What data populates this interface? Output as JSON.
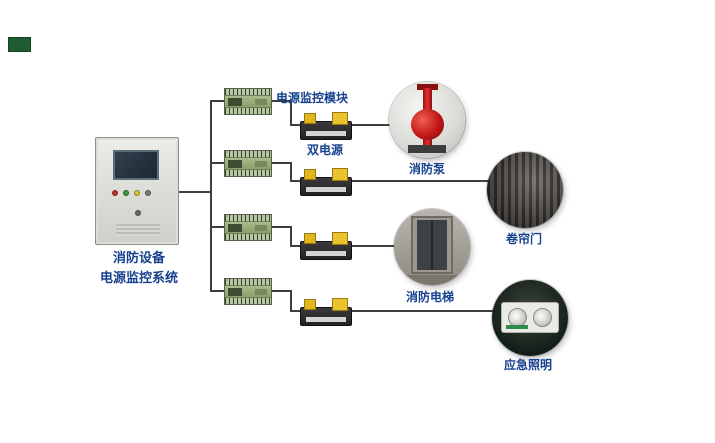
{
  "diagram": {
    "system_title": {
      "line1": "消防设备",
      "line2": "电源监控系统"
    },
    "module_label": "电源监控模块",
    "dual_power_label": "双电源",
    "loads": [
      {
        "id": "fire-pump",
        "label": "消防泵"
      },
      {
        "id": "roller-door",
        "label": "卷帘门"
      },
      {
        "id": "fire-elevator",
        "label": "消防电梯"
      },
      {
        "id": "emergency-lighting",
        "label": "应急照明"
      }
    ],
    "colors": {
      "label_text": "#17418f",
      "module_green": "#8aa06a",
      "ats_body": "#2b2b2e",
      "ats_yellow": "#e3b61f",
      "wire": "#3f3f3f",
      "logo_green": "#1e5b33"
    }
  }
}
